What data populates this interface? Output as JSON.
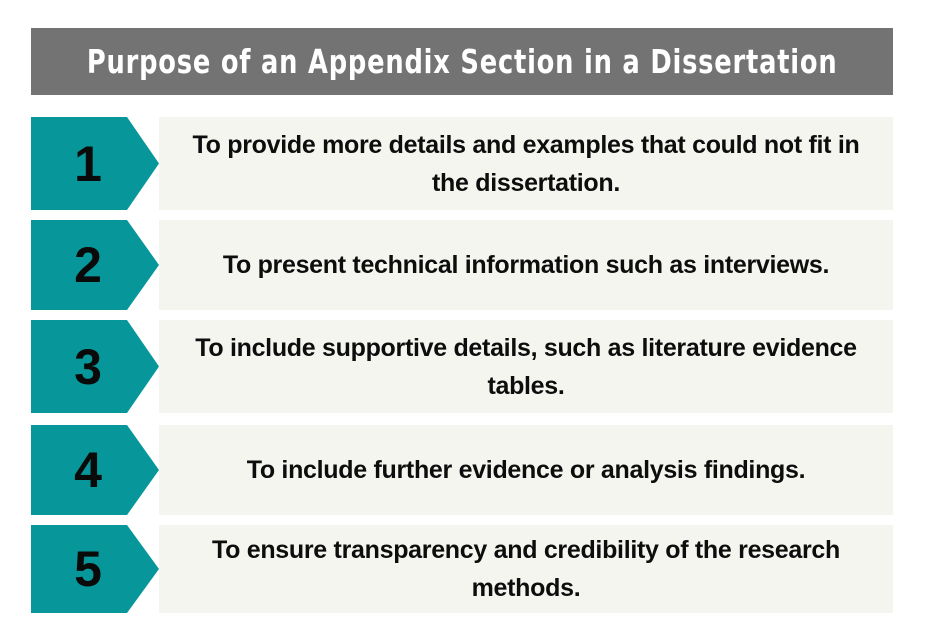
{
  "title": "Purpose of an Appendix Section in a Dissertation",
  "colors": {
    "title_bg": "#737373",
    "title_text": "#ffffff",
    "badge_bg": "#07979b",
    "box_bg": "#f5f5f0",
    "text": "#0d0d0d"
  },
  "items": [
    {
      "number": "1",
      "text": "To provide more details and examples  that could not fit in the dissertation."
    },
    {
      "number": "2",
      "text": "To present technical information such as interviews."
    },
    {
      "number": "3",
      "text": "To include supportive details, such as literature evidence tables."
    },
    {
      "number": "4",
      "text": "To include further evidence or analysis findings."
    },
    {
      "number": "5",
      "text": "To ensure transparency and credibility of the research methods."
    }
  ]
}
